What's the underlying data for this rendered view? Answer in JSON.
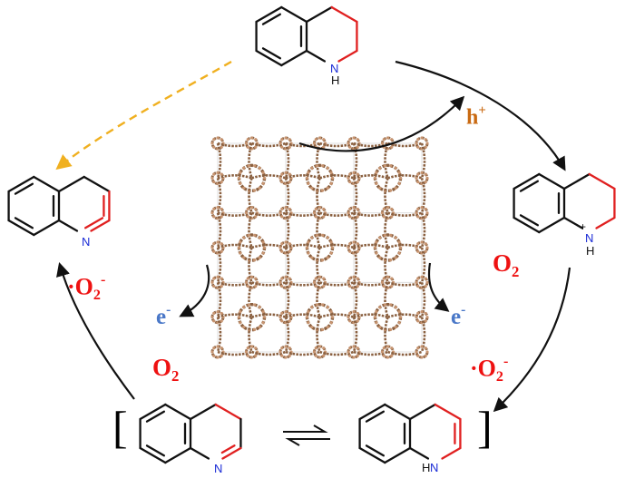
{
  "colors": {
    "bond": "#111111",
    "changed_bond": "#e02020",
    "nitrogen": "#1a2bd6",
    "oxygen_species": "#ee1111",
    "electron": "#4a78c8",
    "hole": "#c96a12",
    "side_path": "#f0b020",
    "framework": "#8a6040",
    "framework_node": "#c79470"
  },
  "molecules": {
    "tetrahydroquinoline": {
      "atom": "N",
      "hydrogen": "H"
    },
    "protonated_intermediate": {
      "atom": "N",
      "hydrogen": "H",
      "charge": "+"
    },
    "quinoline": {
      "atom": "N"
    },
    "dihydroquinoline_imine": {
      "atom": "N"
    },
    "dihydroquinoline_enamine": {
      "atom": "N",
      "hydrogen": "H"
    }
  },
  "labels": {
    "hole": {
      "base": "h",
      "sup": "+"
    },
    "o2_right": {
      "base": "O",
      "sub": "2"
    },
    "o2_left": {
      "base": "O",
      "sub": "2"
    },
    "superoxide_left": {
      "base": "·O",
      "sub": "2",
      "sup": "-"
    },
    "superoxide_right": {
      "base": "·O",
      "sub": "2",
      "sup": "-"
    },
    "electron_left": {
      "base": "e",
      "sup": "-"
    },
    "electron_right": {
      "base": "e",
      "sup": "-"
    }
  },
  "brackets": {
    "left": "[",
    "right": "]"
  },
  "icons": {
    "framework": "porous-framework-icon",
    "equilibrium": "equilibrium-arrows-icon"
  }
}
